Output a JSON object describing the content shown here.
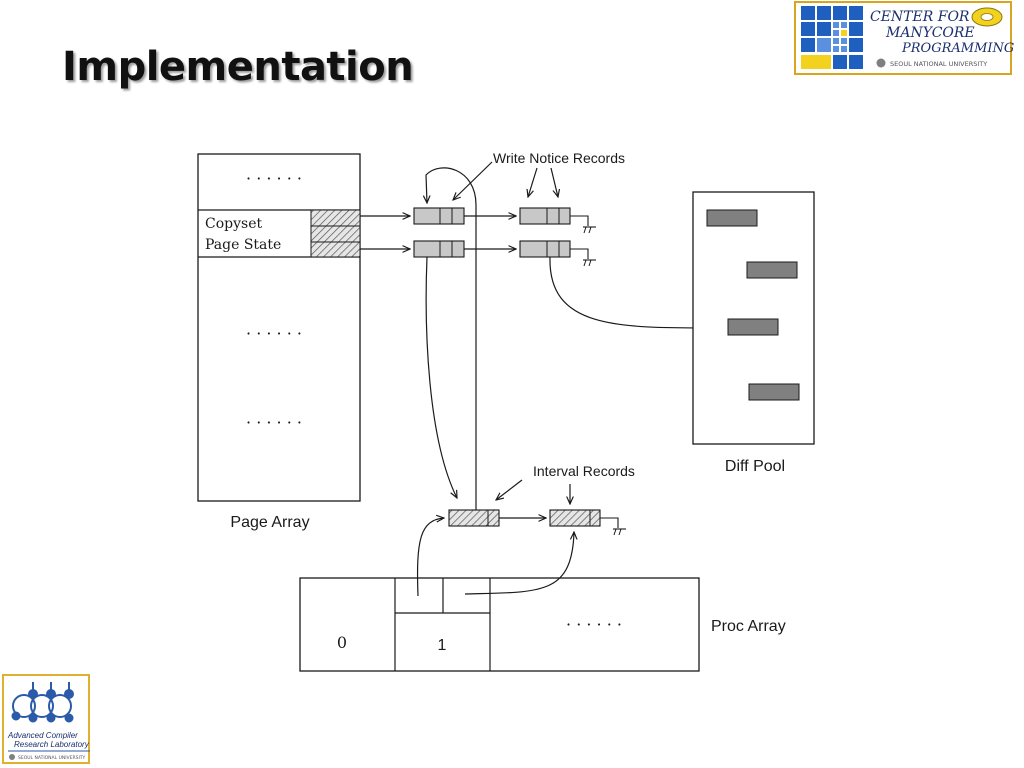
{
  "slide": {
    "title": "Implementation"
  },
  "logos": {
    "top_right": {
      "line1": "CENTER FOR",
      "line2": "MANYCORE",
      "line3": "PROGRAMMING",
      "university": "SEOUL NATIONAL UNIVERSITY",
      "colors": {
        "blue": "#1f5fbf",
        "yellow": "#f2d21f",
        "border": "#d9a520",
        "grey": "#7f7f7f"
      }
    },
    "bottom_left": {
      "line1": "Advanced Compiler",
      "line2": "Research Laboratory",
      "university": "SEOUL NATIONAL UNIVERSITY",
      "colors": {
        "border": "#e0b030",
        "node": "#2a5aa8"
      }
    }
  },
  "diagram": {
    "page_array": {
      "dots_top": "· · · · · ·",
      "row_label_1": "Copyset",
      "row_label_2": "Page State",
      "dots_middle": "· · · · · ·",
      "dots_bottom": "· · · · · ·",
      "caption": "Page Array"
    },
    "write_notice_label": "Write Notice Records",
    "interval_label": "Interval Records",
    "diff_pool": {
      "caption": "Diff Pool"
    },
    "proc_array": {
      "cell_0": "0",
      "cell_1": "1",
      "dots": "· · · · · ·",
      "caption": "Proc Array"
    },
    "colors": {
      "line": "#1a1a1a",
      "record_fill": "#c8c8c8",
      "diff_fill": "#808080",
      "hatch": "#555555"
    }
  }
}
